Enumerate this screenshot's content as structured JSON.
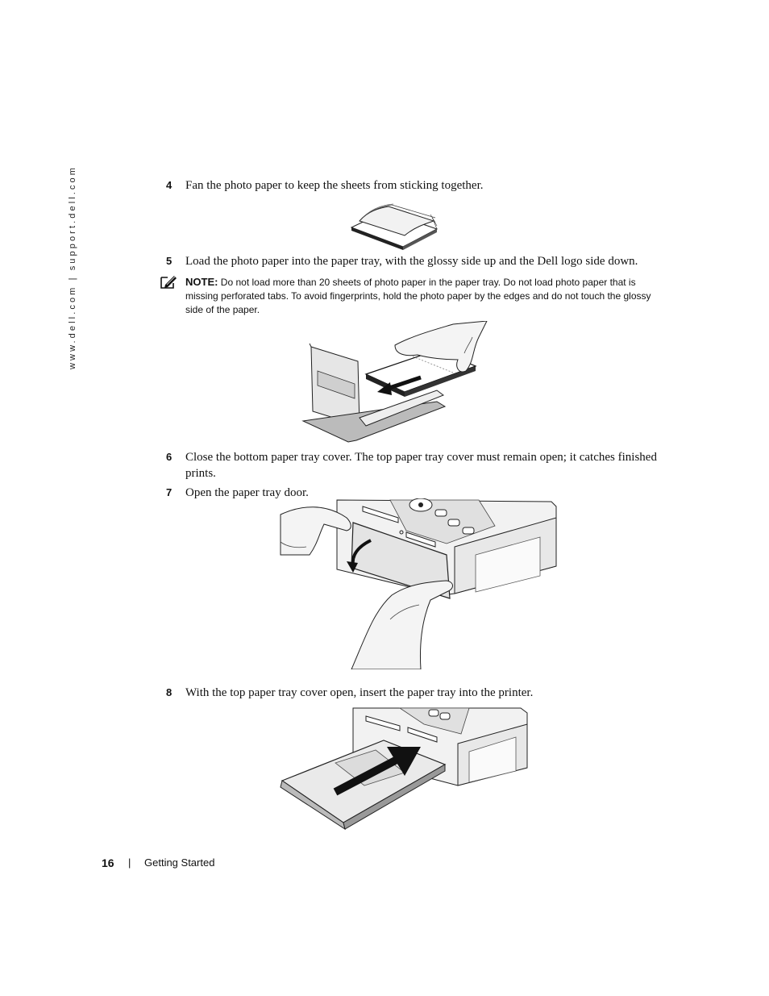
{
  "side_url": "www.dell.com | support.dell.com",
  "steps": [
    {
      "num": "4",
      "text": "Fan the photo paper to keep the sheets from sticking together."
    },
    {
      "num": "5",
      "text": "Load the photo paper into the paper tray, with the glossy side up and the Dell logo side down."
    },
    {
      "num": "6",
      "text": "Close the bottom paper tray cover. The top paper tray cover must remain open; it catches finished prints."
    },
    {
      "num": "7",
      "text": "Open the paper tray door."
    },
    {
      "num": "8",
      "text": "With the top paper tray cover open, insert the paper tray into the printer."
    }
  ],
  "note": {
    "label": "NOTE:",
    "text": "Do not load more than 20 sheets of photo paper in the paper tray. Do not load photo paper that is missing perforated tabs. To avoid fingerprints, hold the photo paper by the edges and do not touch the glossy side of the paper.",
    "icon": "pencil-note-icon"
  },
  "footer": {
    "page_number": "16",
    "separator": "|",
    "section": "Getting Started"
  }
}
